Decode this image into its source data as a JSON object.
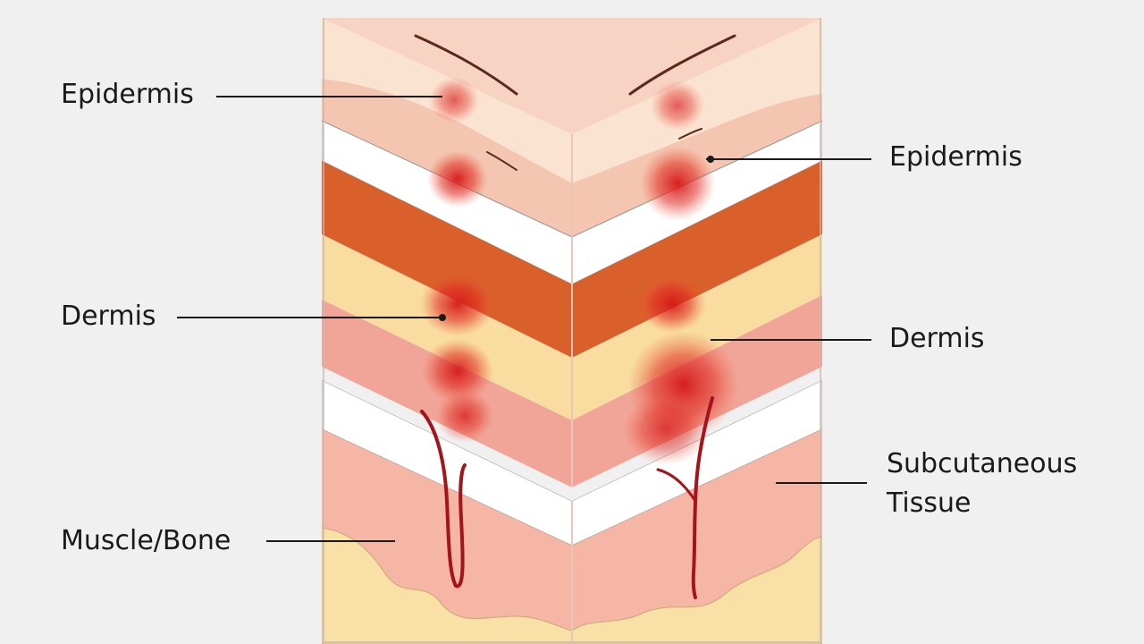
{
  "labels": {
    "epidermis_left": "Epidermis",
    "epidermis_right": "Epidermis",
    "dermis_left": "Dermis",
    "dermis_right": "Dermis",
    "subcutaneous_line1": "Subcutaneous",
    "subcutaneous_line2": "Tissue",
    "muscle_bone": "Muscle/Bone"
  },
  "colors": {
    "background": "#f0f0f0",
    "top_surface": "#f6d3c3",
    "epidermis_light": "#fbe3d2",
    "epidermis_pink": "#f4c6b2",
    "white_band": "#ffffff",
    "orange_band": "#d9602a",
    "yellow_band": "#f8dca0",
    "dermis_pink": "#f0a598",
    "subcutaneous": "#f5b6a5",
    "fat_yellow": "#f8e0a6",
    "inflammation": "#d81c1c",
    "vessel": "#a3141c",
    "leader_line": "#1a1a1a"
  }
}
